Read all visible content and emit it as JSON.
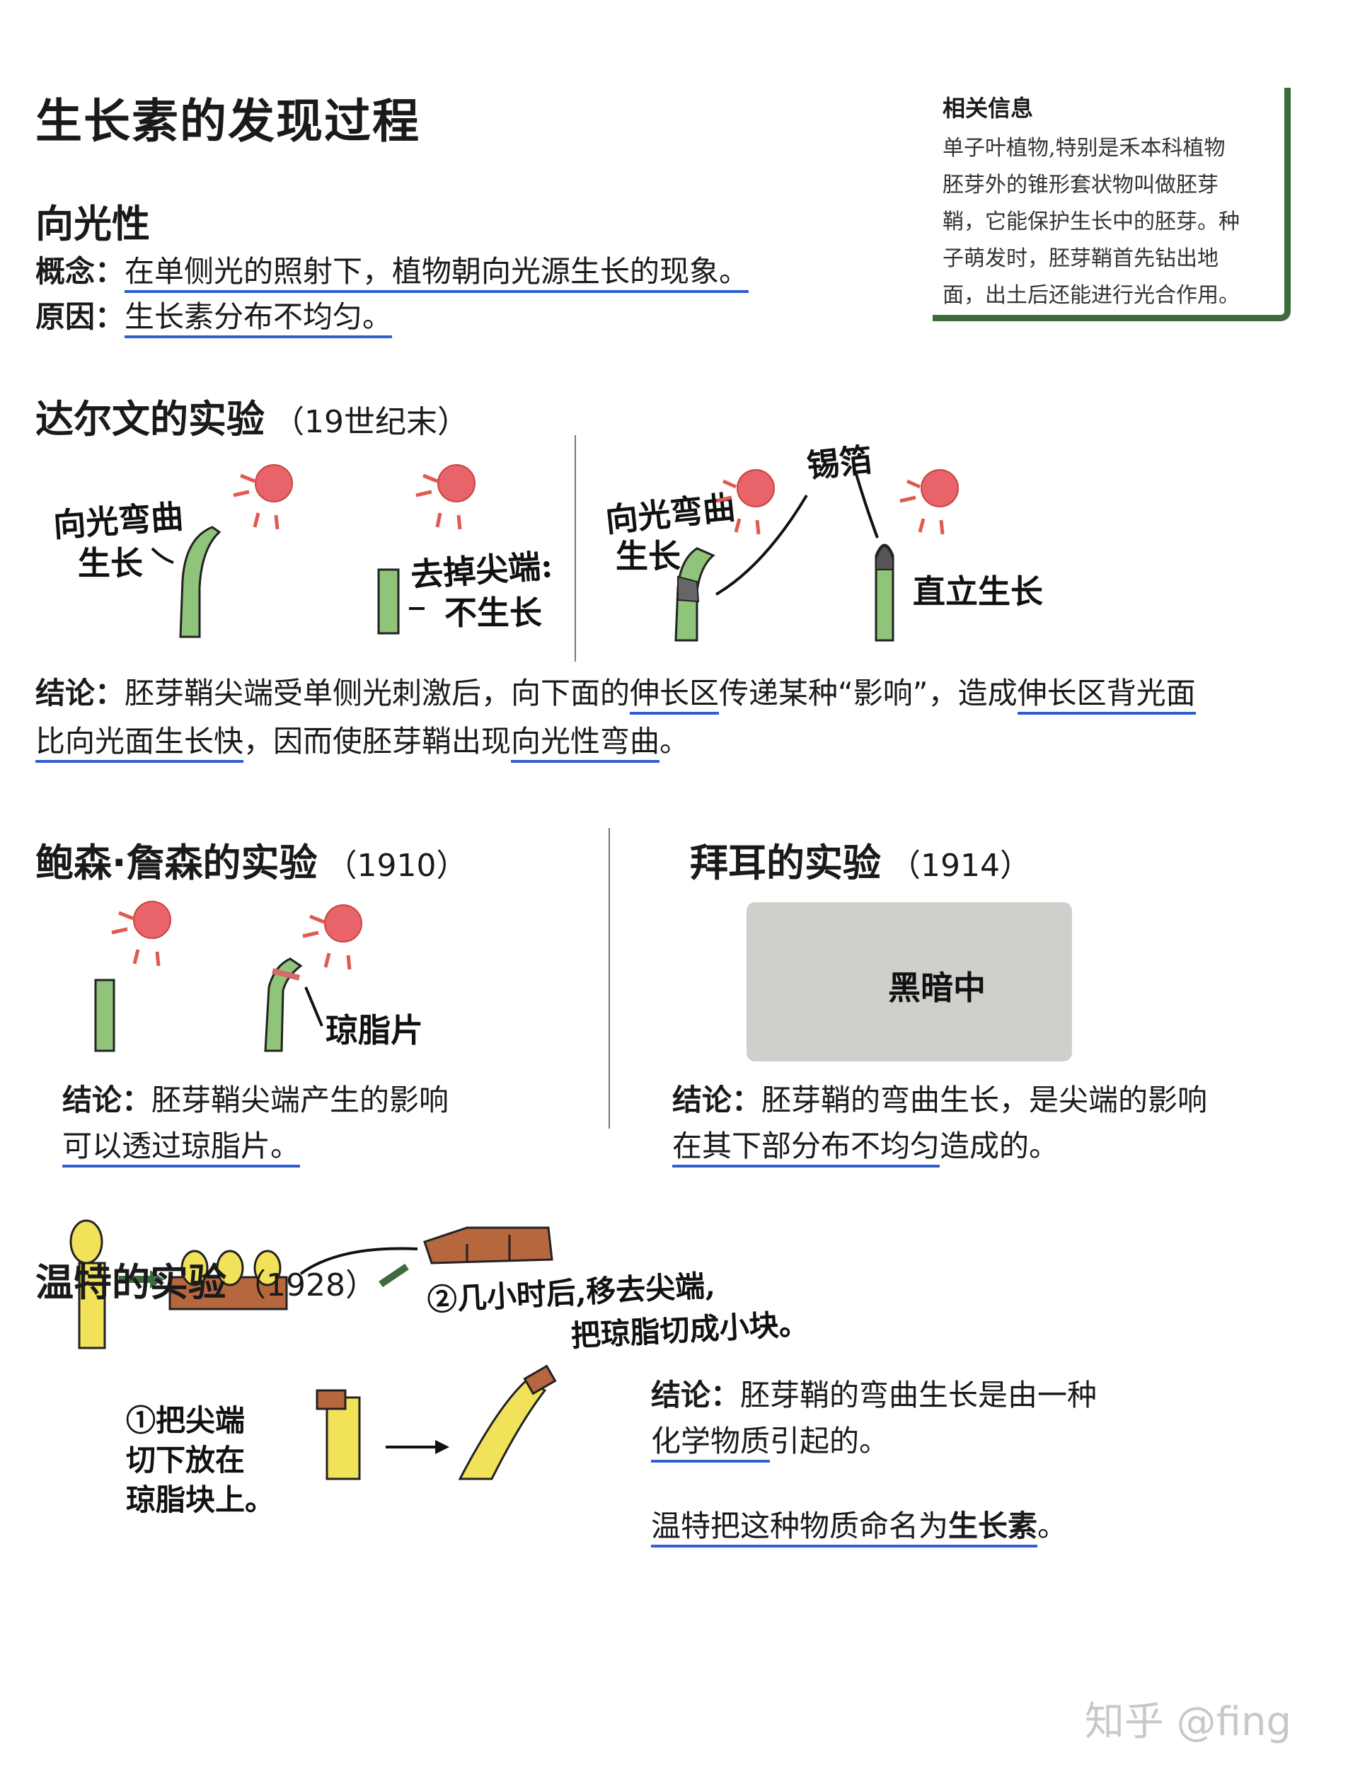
{
  "title": "生长素的发现过程",
  "info_box": {
    "heading": "相关信息",
    "lines": [
      "单子叶植物,特别是禾本科植物",
      "胚芽外的锥形套状物叫做胚芽",
      "鞘，它能保护生长中的胚芽。种",
      "子萌发时，胚芽鞘首先钻出地",
      "面，出土后还能进行光合作用。"
    ]
  },
  "phototropism": {
    "heading": "向光性",
    "concept_label": "概念：",
    "concept_text": "在单侧光的照射下，植物朝向光源生长的现象。",
    "cause_label": "原因：",
    "cause_text": "生长素分布不均匀。",
    "cause_end": "。"
  },
  "darwin": {
    "heading": "达尔文的实验",
    "year": "（19世纪末）",
    "labels": {
      "bend1": "向光弯曲",
      "grow1": "生长",
      "remove_tip": "去掉尖端:",
      "no_growth": "不生长",
      "bend2": "向光弯曲",
      "grow2": "生长",
      "foil": "锡箔",
      "upright": "直立生长"
    },
    "conclusion_label": "结论：",
    "conclusion_line1_a": "胚芽鞘尖端受单侧光刺激后，向下面的",
    "conclusion_line1_b": "伸长区",
    "conclusion_line1_c": "传递某种“影响”，造成",
    "conclusion_line1_d": "伸长区背光面",
    "conclusion_line2_a": "比向光面生长快",
    "conclusion_line2_b": "，因而使胚芽鞘出现",
    "conclusion_line2_c": "向光性弯曲",
    "conclusion_line2_d": "。"
  },
  "boysen": {
    "heading": "鲍森·詹森的实验",
    "year": "（1910）",
    "agar_label": "琼脂片",
    "conclusion_label": "结论：",
    "conclusion_line1": "胚芽鞘尖端产生的影响",
    "conclusion_line2": "可以透过琼脂片。"
  },
  "paal": {
    "heading": "拜耳的实验",
    "year": "（1914）",
    "dark_label": "黑暗中",
    "conclusion_label": "结论：",
    "conclusion_line1": "胚芽鞘的弯曲生长，是尖端的影响",
    "conclusion_line2_a": "在其下部分布不均匀",
    "conclusion_line2_b": "造成的。"
  },
  "went": {
    "heading": "温特的实验",
    "year": "（1928）",
    "step1_lines": [
      "①把尖端",
      "切下放在",
      "琼脂块上。"
    ],
    "step2_lines": [
      "②几小时后,移去尖端,",
      "把琼脂切成小块。"
    ],
    "conclusion_label": "结论：",
    "conclusion_line1": "胚芽鞘的弯曲生长是由一种",
    "conclusion_line2_a": "化学物质",
    "conclusion_line2_b": "引起的。",
    "naming_a": "温特把这种物质命名为",
    "naming_b": "生长素",
    "naming_c": "。"
  },
  "watermark": "知乎 @fing",
  "colors": {
    "underline": "#2f5fcf",
    "sun": "#e8636a",
    "stem_green": "#8fc47a",
    "agar_brown": "#b7673e",
    "coleoptile_yellow": "#f1e25a",
    "info_border": "#3d6b3a",
    "dark_box": "#cfcfcc"
  }
}
